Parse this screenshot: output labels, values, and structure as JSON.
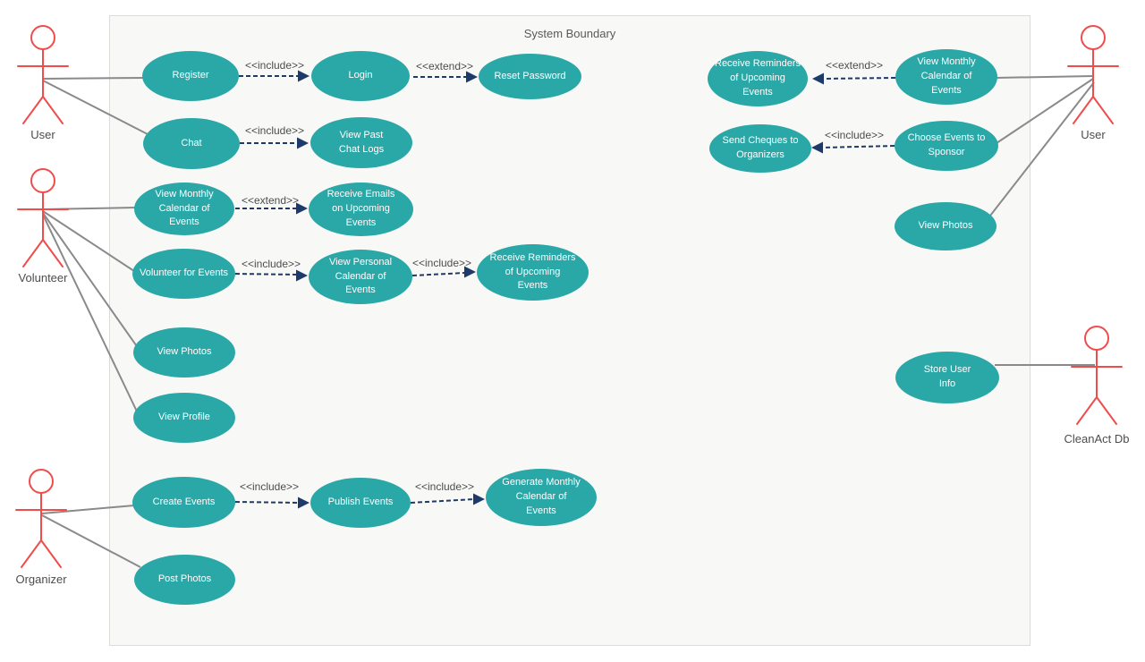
{
  "boundary": {
    "title": "System Boundary"
  },
  "actors": {
    "user_left": {
      "label": "User"
    },
    "volunteer": {
      "label": "Volunteer"
    },
    "organizer": {
      "label": "Organizer"
    },
    "user_right": {
      "label": "User"
    },
    "cleanact_db": {
      "label": "CleanAct Db"
    }
  },
  "usecases": {
    "register": {
      "label": "Register"
    },
    "login": {
      "label": "Login"
    },
    "reset_password": {
      "label": "Reset Password"
    },
    "chat": {
      "label": "Chat"
    },
    "view_past_chat_logs": {
      "label": "View Past\nChat Logs"
    },
    "view_monthly_calendar_left": {
      "label": "View Monthly\nCalendar of\nEvents"
    },
    "receive_emails": {
      "label": "Receive Emails\non Upcoming\nEvents"
    },
    "volunteer_for_events": {
      "label": "Volunteer for Events"
    },
    "view_personal_calendar": {
      "label": "View Personal\nCalendar of\nEvents"
    },
    "receive_reminders_left": {
      "label": "Receive Reminders\nof Upcoming\nEvents"
    },
    "view_photos_left": {
      "label": "View Photos"
    },
    "view_profile": {
      "label": "View Profile"
    },
    "create_events": {
      "label": "Create Events"
    },
    "publish_events": {
      "label": "Publish Events"
    },
    "generate_monthly_calendar": {
      "label": "Generate Monthly\nCalendar of\nEvents"
    },
    "post_photos": {
      "label": "Post Photos"
    },
    "receive_reminders_right": {
      "label": "Receive Reminders\nof Upcoming\nEvents"
    },
    "view_monthly_calendar_right": {
      "label": "View Monthly\nCalendar of\nEvents"
    },
    "send_cheques": {
      "label": "Send Cheques to\nOrganizers"
    },
    "choose_events_to_sponsor": {
      "label": "Choose Events to\nSponsor"
    },
    "view_photos_right": {
      "label": "View Photos"
    },
    "store_user_info": {
      "label": "Store User\nInfo"
    }
  },
  "relations": {
    "register_login": {
      "type": "include",
      "label": "<<include>>",
      "from": "Register",
      "to": "Login"
    },
    "login_reset": {
      "type": "extend",
      "label": "<<extend>>",
      "from": "Login",
      "to": "Reset Password"
    },
    "chat_logs": {
      "type": "include",
      "label": "<<include>>",
      "from": "Chat",
      "to": "View Past Chat Logs"
    },
    "calendar_emails": {
      "type": "extend",
      "label": "<<extend>>",
      "from": "View Monthly Calendar of Events",
      "to": "Receive Emails on Upcoming Events"
    },
    "volunteer_personal": {
      "type": "include",
      "label": "<<include>>",
      "from": "Volunteer for Events",
      "to": "View Personal Calendar of Events"
    },
    "personal_reminders": {
      "type": "include",
      "label": "<<include>>",
      "from": "View Personal Calendar of Events",
      "to": "Receive Reminders of Upcoming Events"
    },
    "create_publish": {
      "type": "include",
      "label": "<<include>>",
      "from": "Create Events",
      "to": "Publish Events"
    },
    "publish_generate": {
      "type": "include",
      "label": "<<include>>",
      "from": "Publish Events",
      "to": "Generate Monthly Calendar of Events"
    },
    "calendar_reminders_r": {
      "type": "extend",
      "label": "<<extend>>",
      "from": "View Monthly Calendar of Events",
      "to": "Receive Reminders of Upcoming Events"
    },
    "sponsor_cheques": {
      "type": "include",
      "label": "<<include>>",
      "from": "Choose Events to Sponsor",
      "to": "Send Cheques to Organizers"
    }
  },
  "associations": [
    {
      "actor": "User (left)",
      "usecase": "Register"
    },
    {
      "actor": "User (left)",
      "usecase": "Chat"
    },
    {
      "actor": "Volunteer",
      "usecase": "View Monthly Calendar of Events"
    },
    {
      "actor": "Volunteer",
      "usecase": "Volunteer for Events"
    },
    {
      "actor": "Volunteer",
      "usecase": "View Photos"
    },
    {
      "actor": "Volunteer",
      "usecase": "View Profile"
    },
    {
      "actor": "Organizer",
      "usecase": "Create Events"
    },
    {
      "actor": "Organizer",
      "usecase": "Post Photos"
    },
    {
      "actor": "User (right)",
      "usecase": "View Monthly Calendar of Events"
    },
    {
      "actor": "User (right)",
      "usecase": "Choose Events to Sponsor"
    },
    {
      "actor": "User (right)",
      "usecase": "View Photos"
    },
    {
      "actor": "CleanAct Db",
      "usecase": "Store User Info"
    }
  ],
  "colors": {
    "usecase_fill": "#2aa7a7",
    "usecase_text": "#ffffff",
    "actor_color": "#f04c4c",
    "association_line": "#8a8a8a",
    "relation_line": "#1e3a6b",
    "boundary_fill": "#f8f8f6",
    "boundary_border": "#dcdcda",
    "text_color": "#4d4d4d"
  }
}
